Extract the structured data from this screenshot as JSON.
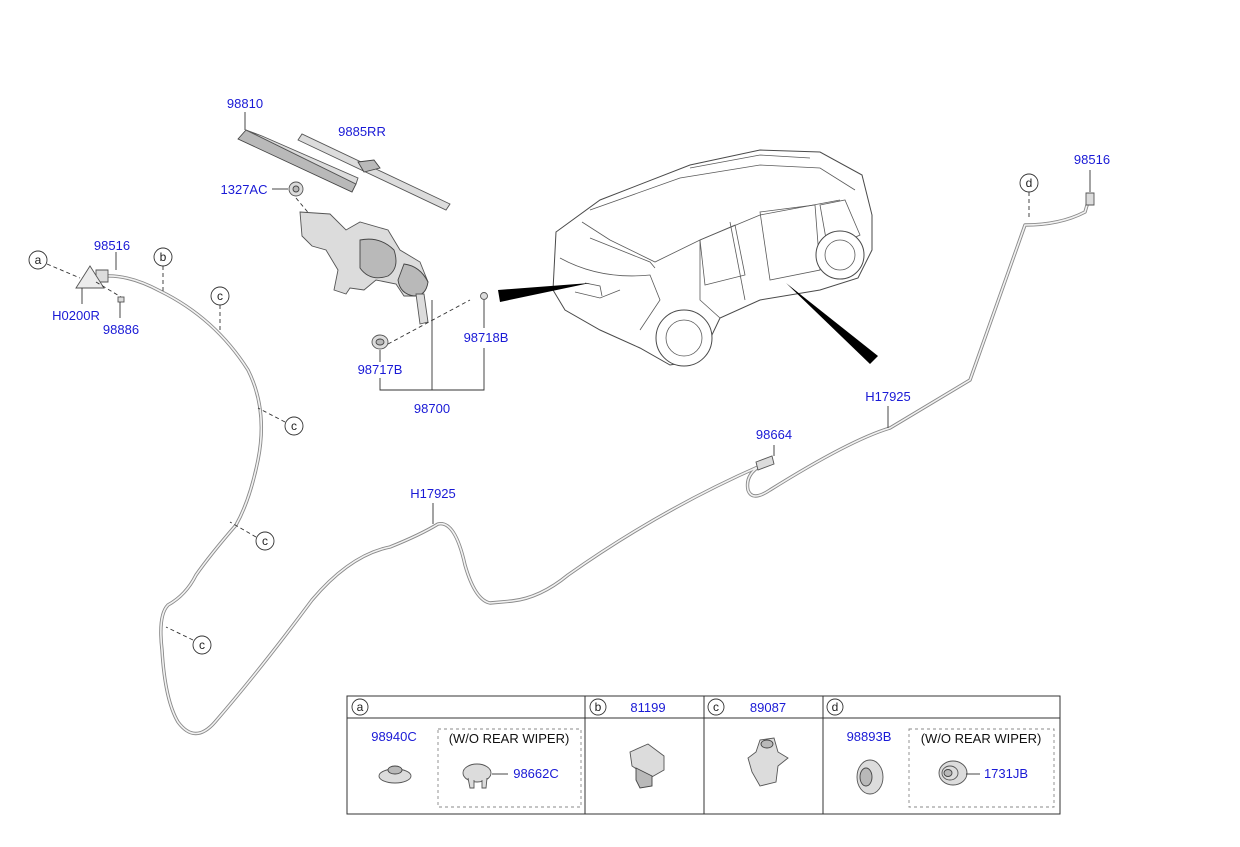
{
  "labels": {
    "p98810": "98810",
    "p9885RR": "9885RR",
    "p1327AC": "1327AC",
    "p98516_left": "98516",
    "pH0200R": "H0200R",
    "p98886": "98886",
    "p98717B": "98717B",
    "p98718B": "98718B",
    "p98700": "98700",
    "pH17925_left": "H17925",
    "pH17925_right": "H17925",
    "p98664": "98664",
    "p98516_right": "98516"
  },
  "callouts": {
    "a": "a",
    "b": "b",
    "c": "c",
    "d": "d"
  },
  "table": {
    "a": {
      "letter": "a",
      "part": "98940C",
      "note": "(W/O REAR WIPER)",
      "alt_part": "98662C"
    },
    "b": {
      "letter": "b",
      "part": "81199"
    },
    "c": {
      "letter": "c",
      "part": "89087"
    },
    "d": {
      "letter": "d",
      "part": "98893B",
      "note": "(W/O REAR WIPER)",
      "alt_part": "1731JB"
    }
  }
}
